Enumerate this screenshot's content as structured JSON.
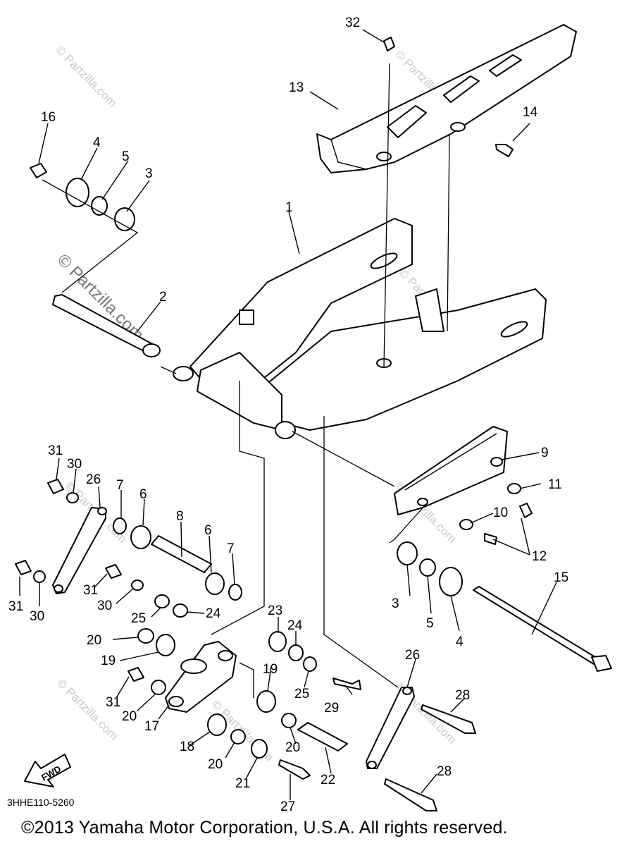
{
  "diagram": {
    "callouts": [
      "1",
      "2",
      "3",
      "4",
      "5",
      "6",
      "7",
      "8",
      "9",
      "10",
      "11",
      "12",
      "13",
      "14",
      "15",
      "16",
      "17",
      "18",
      "19",
      "20",
      "21",
      "22",
      "23",
      "24",
      "25",
      "26",
      "27",
      "28",
      "29",
      "30",
      "31",
      "32"
    ],
    "watermarks": [
      "© Partzilla.com",
      "© Partzilla.com",
      "© Partzilla.com",
      "© Partzilla.com",
      "© Partzilla.com",
      "© Partzilla.com",
      "© Partzilla.com",
      "© Partzilla.com",
      "© Partzilla.com"
    ],
    "fwd_label": "FWD",
    "diagram_code": "3HHE110-5260",
    "copyright": "©2013  Yamaha Motor Corporation, U.S.A. All rights reserved."
  }
}
